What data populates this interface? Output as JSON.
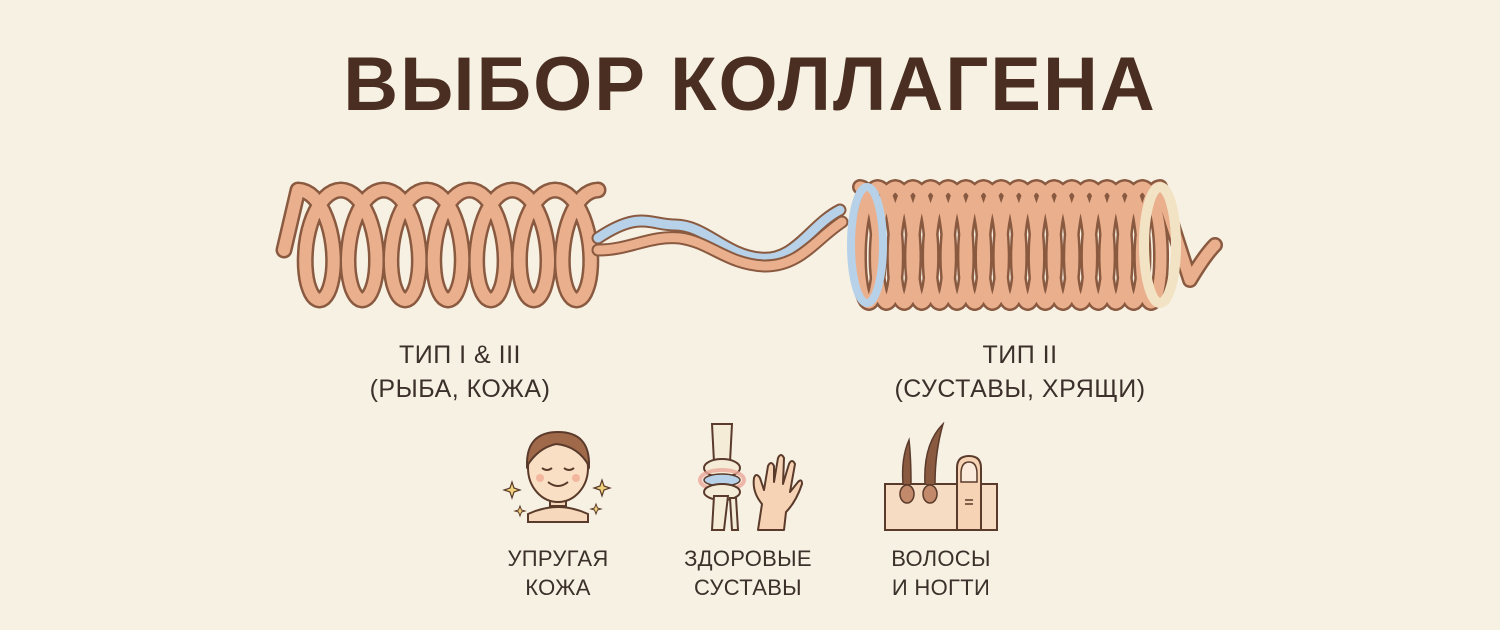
{
  "title": "ВЫБОР КОЛЛАГЕНА",
  "types": [
    {
      "name": "ТИП I & III",
      "source": "(РЫБА, КОЖА)"
    },
    {
      "name": "ТИП II",
      "source": "(СУСТАВЫ, ХРЯЩИ)"
    }
  ],
  "benefits": [
    {
      "line1": "УПРУГАЯ",
      "line2": "КОЖА",
      "icon": "face-icon"
    },
    {
      "line1": "ЗДОРОВЫЕ",
      "line2": "СУСТАВЫ",
      "icon": "knee-joint-icon"
    },
    {
      "line1": "ВОЛОСЫ",
      "line2": "И НОГТИ",
      "icon": "hair-nail-icon"
    }
  ],
  "colors": {
    "background": "#f7f1e4",
    "title": "#4a2e22",
    "coil": "#eab08e",
    "coil_outline": "#8a5a40",
    "accent_blue": "#b7d2e8",
    "pale_coil": "#f2e3c4"
  }
}
